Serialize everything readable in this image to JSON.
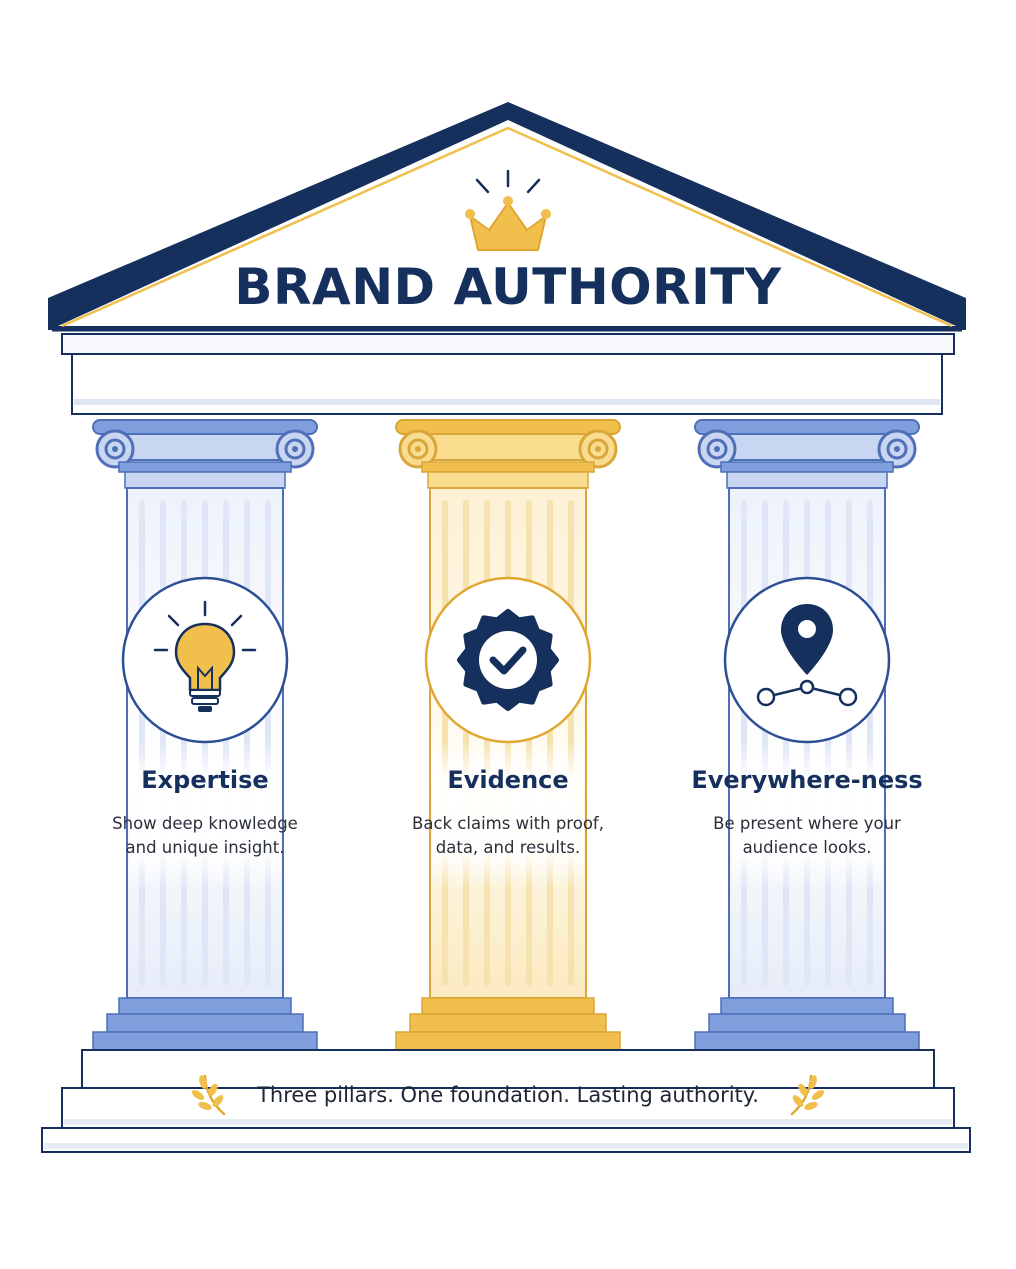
{
  "title": "BRAND AUTHORITY",
  "pillars": [
    {
      "title": "Expertise",
      "description_lines": [
        "Show deep knowledge",
        "and unique insight."
      ],
      "icon": "lightbulb-icon"
    },
    {
      "title": "Evidence",
      "description_lines": [
        "Back claims with proof,",
        "data, and results."
      ],
      "icon": "verified-badge-icon"
    },
    {
      "title": "Everywhere-ness",
      "description_lines": [
        "Be present where your",
        "audience looks."
      ],
      "icon": "location-network-icon"
    }
  ],
  "tagline": "Three pillars. One foundation. Lasting authority.",
  "colors": {
    "navy": "#16305e",
    "gold": "#f0bf4c",
    "blue": "#7f9fdc"
  }
}
